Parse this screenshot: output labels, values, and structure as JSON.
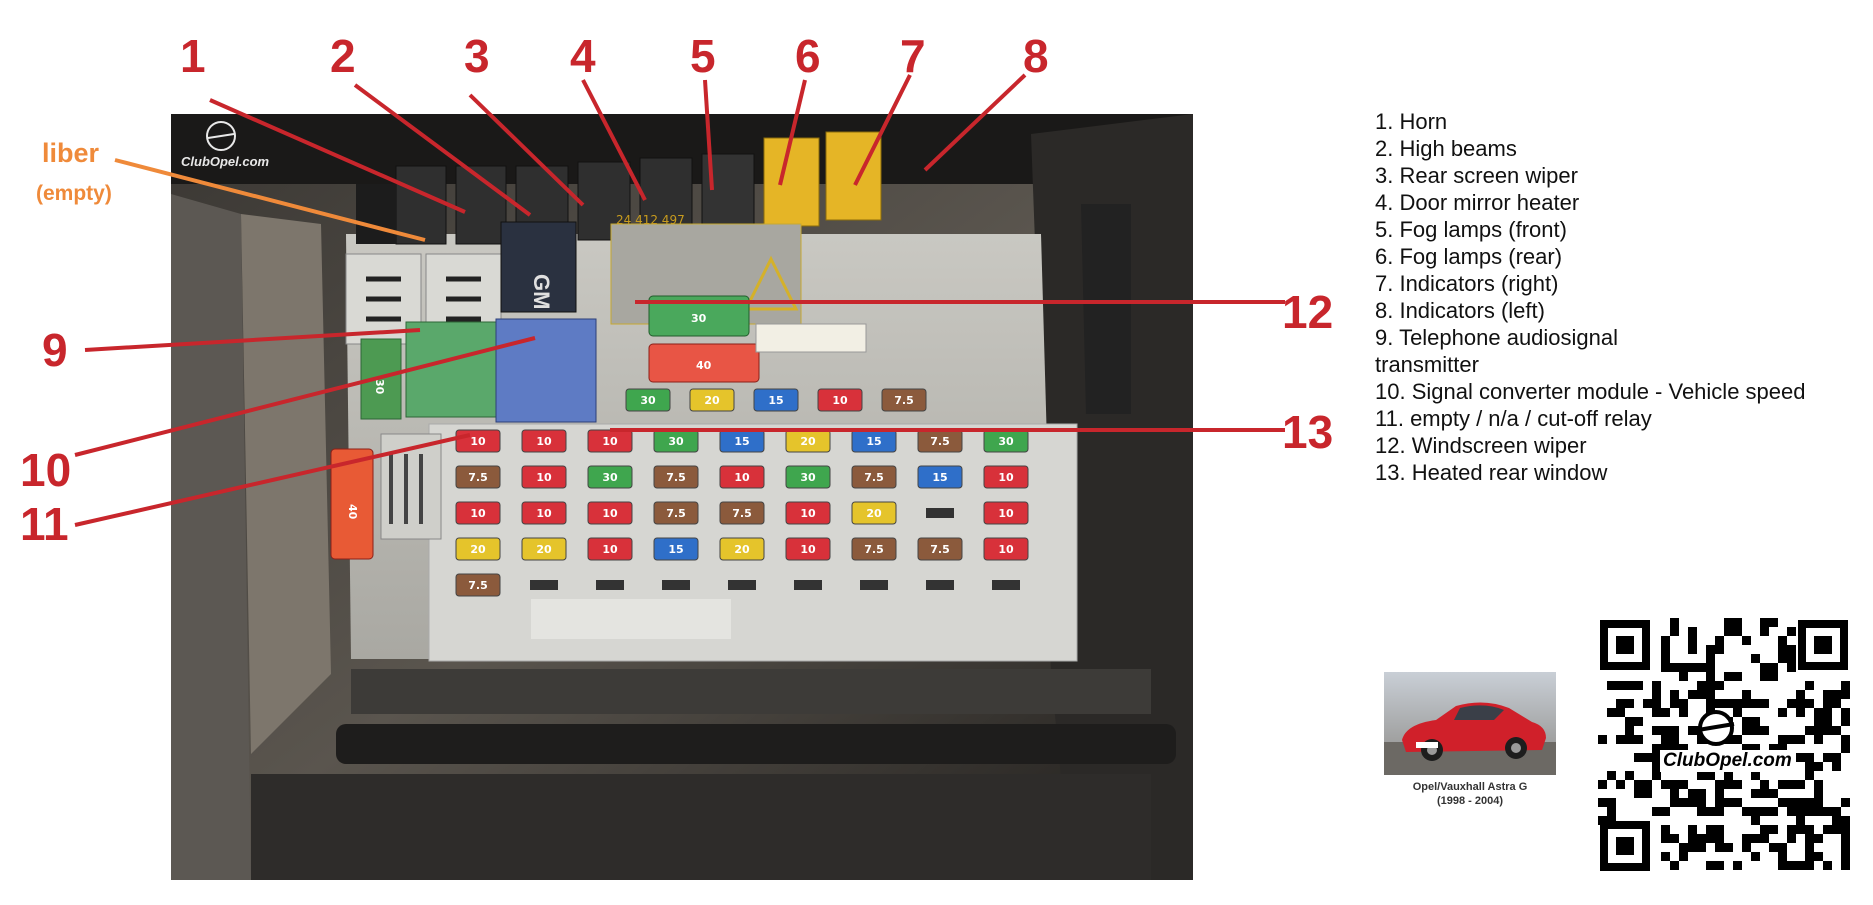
{
  "watermark": "ClubOpel.com",
  "empty_slot": {
    "word": "liber",
    "translation": "(empty)"
  },
  "callouts": {
    "c1": "1",
    "c2": "2",
    "c3": "3",
    "c4": "4",
    "c5": "5",
    "c6": "6",
    "c7": "7",
    "c8": "8",
    "c9": "9",
    "c10": "10",
    "c11": "11",
    "c12": "12",
    "c13": "13"
  },
  "legend": [
    "1. Horn",
    "2. High beams",
    "3. Rear screen wiper",
    "4. Door mirror heater",
    "5. Fog lamps (front)",
    "6. Fog lamps (rear)",
    "7. Indicators (right)",
    "8. Indicators (left)",
    "9. Telephone audiosignal",
    "transmitter",
    "10. Signal converter module - Vehicle speed",
    "11. empty / n/a / cut-off relay",
    "12. Windscreen wiper",
    "13. Heated rear window"
  ],
  "fuse_box": {
    "part_number": "24 412 497",
    "relay12_brand": "GM",
    "large_fuse_top": "30",
    "large_fuse_mid": "40",
    "large_fuse_left": "40",
    "small_fuse_left": "30",
    "top_row": [
      "30",
      "20",
      "15",
      "10",
      "7.5"
    ],
    "grid": [
      [
        "10",
        "10",
        "10",
        "30",
        "15",
        "20",
        "15",
        "7.5",
        "30"
      ],
      [
        "7.5",
        "10",
        "30",
        "7.5",
        "10",
        "30",
        "7.5",
        "15",
        "10"
      ],
      [
        "10",
        "10",
        "10",
        "7.5",
        "7.5",
        "10",
        "20",
        "",
        "10"
      ],
      [
        "20",
        "20",
        "10",
        "15",
        "20",
        "10",
        "7.5",
        "7.5",
        "10"
      ],
      [
        "7.5",
        "",
        "",
        "",
        "",
        "",
        "",
        "",
        ""
      ]
    ]
  },
  "thumbnail": {
    "caption_line1": "Opel/Vauxhall Astra G",
    "caption_line2": "(1998 - 2004)"
  },
  "qr_brand": "ClubOpel.com"
}
